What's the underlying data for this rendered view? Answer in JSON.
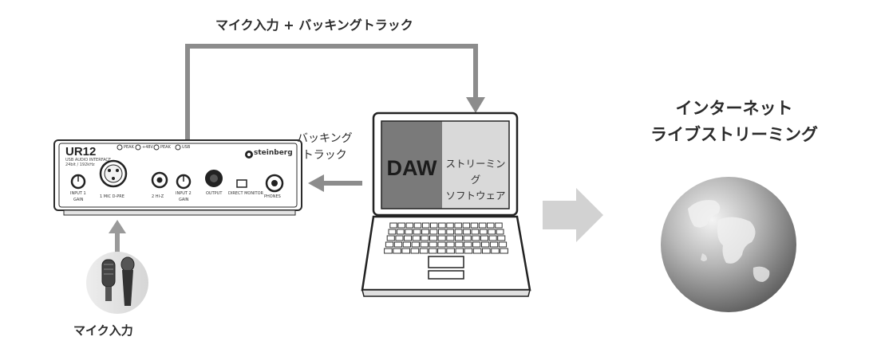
{
  "labels": {
    "top_route": "マイク入力 + バッキングトラック",
    "backing_line1": "バッキング",
    "backing_line2": "トラック",
    "mic_input": "マイク入力",
    "internet_line1": "インターネット",
    "internet_line2": "ライブストリーミング"
  },
  "laptop": {
    "daw": "DAW",
    "software_line1": "ストリーミング",
    "software_line2": "ソフトウェア"
  },
  "interface": {
    "model": "UR12",
    "sub_line1": "USB AUDIO INTERFACE",
    "sub_line2": "24bit / 192kHz",
    "brand": "steinberg",
    "peak1": "PEAK",
    "phantom": "+48V",
    "peak2": "PEAK",
    "usb": "USB",
    "input1": "INPUT 1",
    "gain1": "GAIN",
    "mic_pre": "1 MIC D-PRE",
    "hiz": "2 HI-Z",
    "input2": "INPUT 2",
    "gain2": "GAIN",
    "output": "OUTPUT",
    "direct_monitor": "DIRECT MONITOR",
    "phones": "PHONES"
  },
  "colors": {
    "arrow": "#8c8c8c",
    "big_arrow": "#d2d2d2",
    "daw_fill": "#7a7a7a",
    "software_fill": "#d9d9d9"
  }
}
